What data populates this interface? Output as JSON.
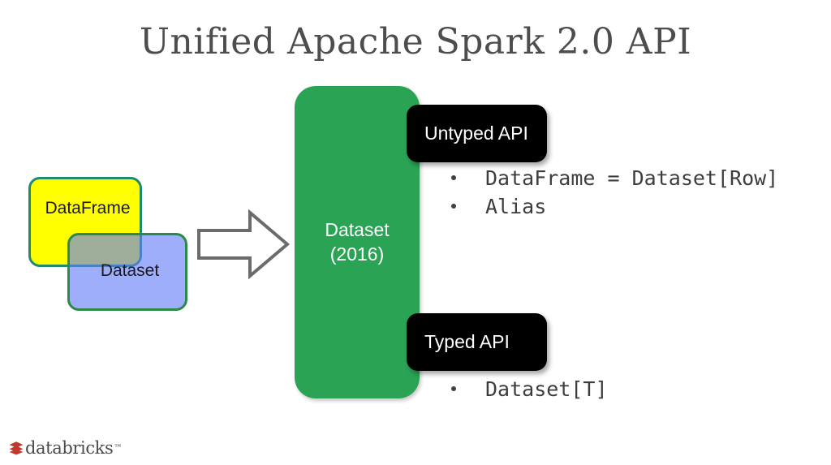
{
  "slide": {
    "title": "Unified Apache Spark 2.0 API",
    "background_color": "#ffffff",
    "title_color": "#4d4d4d"
  },
  "legacy_boxes": {
    "dataframe": {
      "label": "DataFrame",
      "fill_color": "#ffff00",
      "border_color": "#1f8a6e"
    },
    "dataset": {
      "label": "Dataset",
      "fill_color": "#647df8",
      "border_color": "#2b8a45"
    }
  },
  "arrow": {
    "icon": "right-block-arrow-icon",
    "stroke_color": "#6b6b6b",
    "fill_color": "#ffffff"
  },
  "unified_box": {
    "line1": "Dataset",
    "line2": "(2016)",
    "fill_color": "#2ba355",
    "text_color": "#ffffff"
  },
  "api_sections": [
    {
      "pill_label": "Untyped API",
      "pill_color": "#000000",
      "pill_text_color": "#ffffff",
      "bullets": [
        "DataFrame = Dataset[Row]",
        "Alias"
      ]
    },
    {
      "pill_label": "Typed API",
      "pill_color": "#000000",
      "pill_text_color": "#ffffff",
      "bullets": [
        "Dataset[T]"
      ]
    }
  ],
  "footer": {
    "logo_text": "databricks",
    "logo_trademark": "™",
    "logo_mark_color": "#c1392b",
    "logo_text_color": "#4a4a4a"
  }
}
